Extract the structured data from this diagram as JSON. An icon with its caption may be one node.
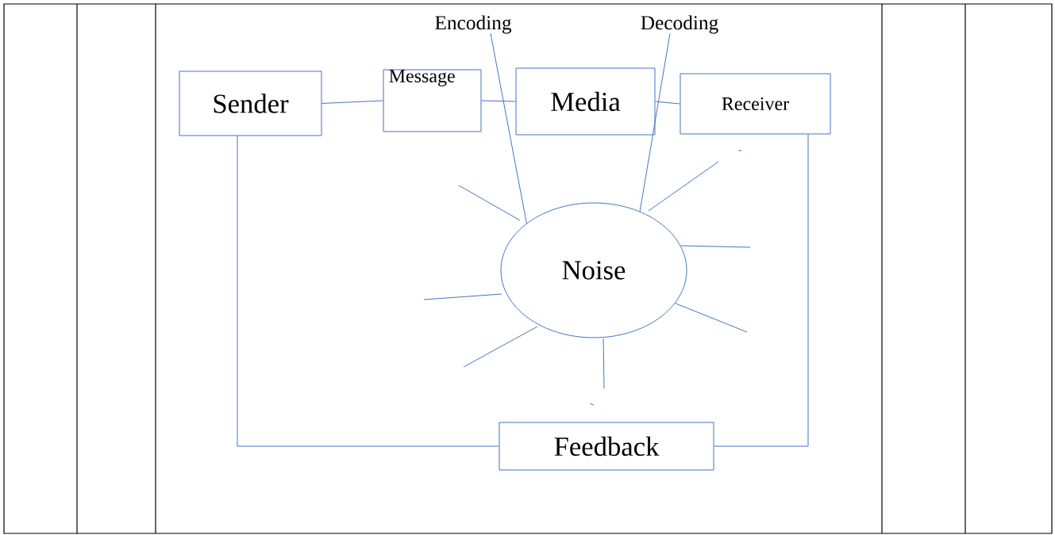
{
  "diagram": {
    "nodes": [
      {
        "text": [
          "Sender"
        ]
      },
      {
        "text": [
          "Message"
        ]
      },
      {
        "text": [
          "Media"
        ]
      },
      {
        "text": [
          "Receiver"
        ]
      },
      {
        "text": [
          "Noise"
        ]
      },
      {
        "text": [
          "Feedback"
        ]
      },
      {
        "text": [
          "Encoding"
        ]
      },
      {
        "text": [
          "Decoding"
        ]
      }
    ],
    "edges": [
      {
        "from": 0,
        "to": 1,
        "arrow": "none"
      },
      {
        "from": 1,
        "to": 2,
        "arrow": "none"
      },
      {
        "from": 2,
        "to": 3,
        "arrow": "none"
      },
      {
        "from": 0,
        "to": 5,
        "arrow": "none"
      },
      {
        "from": 3,
        "to": 5,
        "arrow": "none"
      },
      {
        "from": 6,
        "to": 4,
        "arrow": "none"
      },
      {
        "from": 7,
        "to": 4,
        "arrow": "none"
      }
    ]
  }
}
